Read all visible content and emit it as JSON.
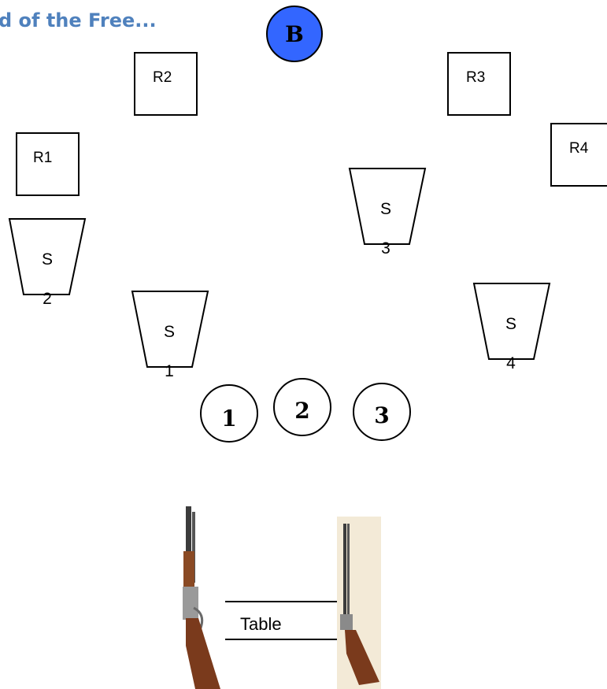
{
  "title": "d of the Free...",
  "rects": [
    "R1",
    "R2",
    "R3",
    "R4"
  ],
  "stations": [
    "S 2",
    "S 1",
    "S 3",
    "S 4"
  ],
  "positions": [
    "1",
    "2",
    "3"
  ],
  "bench": "B",
  "table": "Table",
  "colors": {
    "title": "#4f81bd",
    "bench_fill": "#3366ff",
    "wood": "#7a3a1c",
    "metal": "#3c3c3c"
  },
  "icons": [
    "lever-action-rifle-icon",
    "double-barrel-shotgun-icon"
  ]
}
